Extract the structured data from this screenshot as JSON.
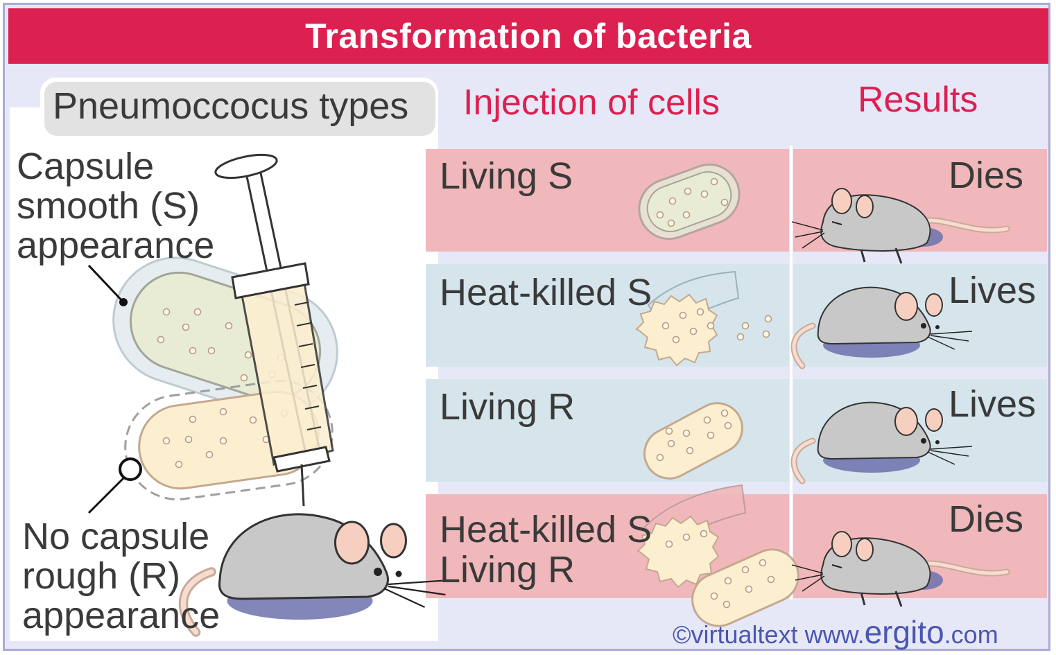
{
  "title": "Transformation of bacteria",
  "left_panel": {
    "heading": "Pneumoccocus types",
    "capsule_line1": "Capsule",
    "capsule_line2": "smooth (S)",
    "capsule_line3": "appearance",
    "nocap_line1": "No capsule",
    "nocap_line2": "rough (R)",
    "nocap_line3": "appearance"
  },
  "columns": {
    "injection": "Injection of cells",
    "results": "Results"
  },
  "rows": [
    {
      "label": "Living S",
      "result": "Dies",
      "color": "#f1b8bb"
    },
    {
      "label": "Heat-killed S",
      "result": "Lives",
      "color": "#d6e5ec"
    },
    {
      "label": "Living R",
      "result": "Lives",
      "color": "#d6e5ec"
    },
    {
      "label_line1": "Heat-killed S",
      "label_line2": "Living R",
      "result": "Dies",
      "color": "#f1b8bb"
    }
  ],
  "credit": {
    "prefix": "©virtualtext  www.",
    "brand": "ergito",
    "suffix": ".com"
  },
  "colors": {
    "title_bar": "#dc2050",
    "accent_text": "#dc2050",
    "background": "#e6e8f7",
    "credit": "#4b56b0"
  }
}
